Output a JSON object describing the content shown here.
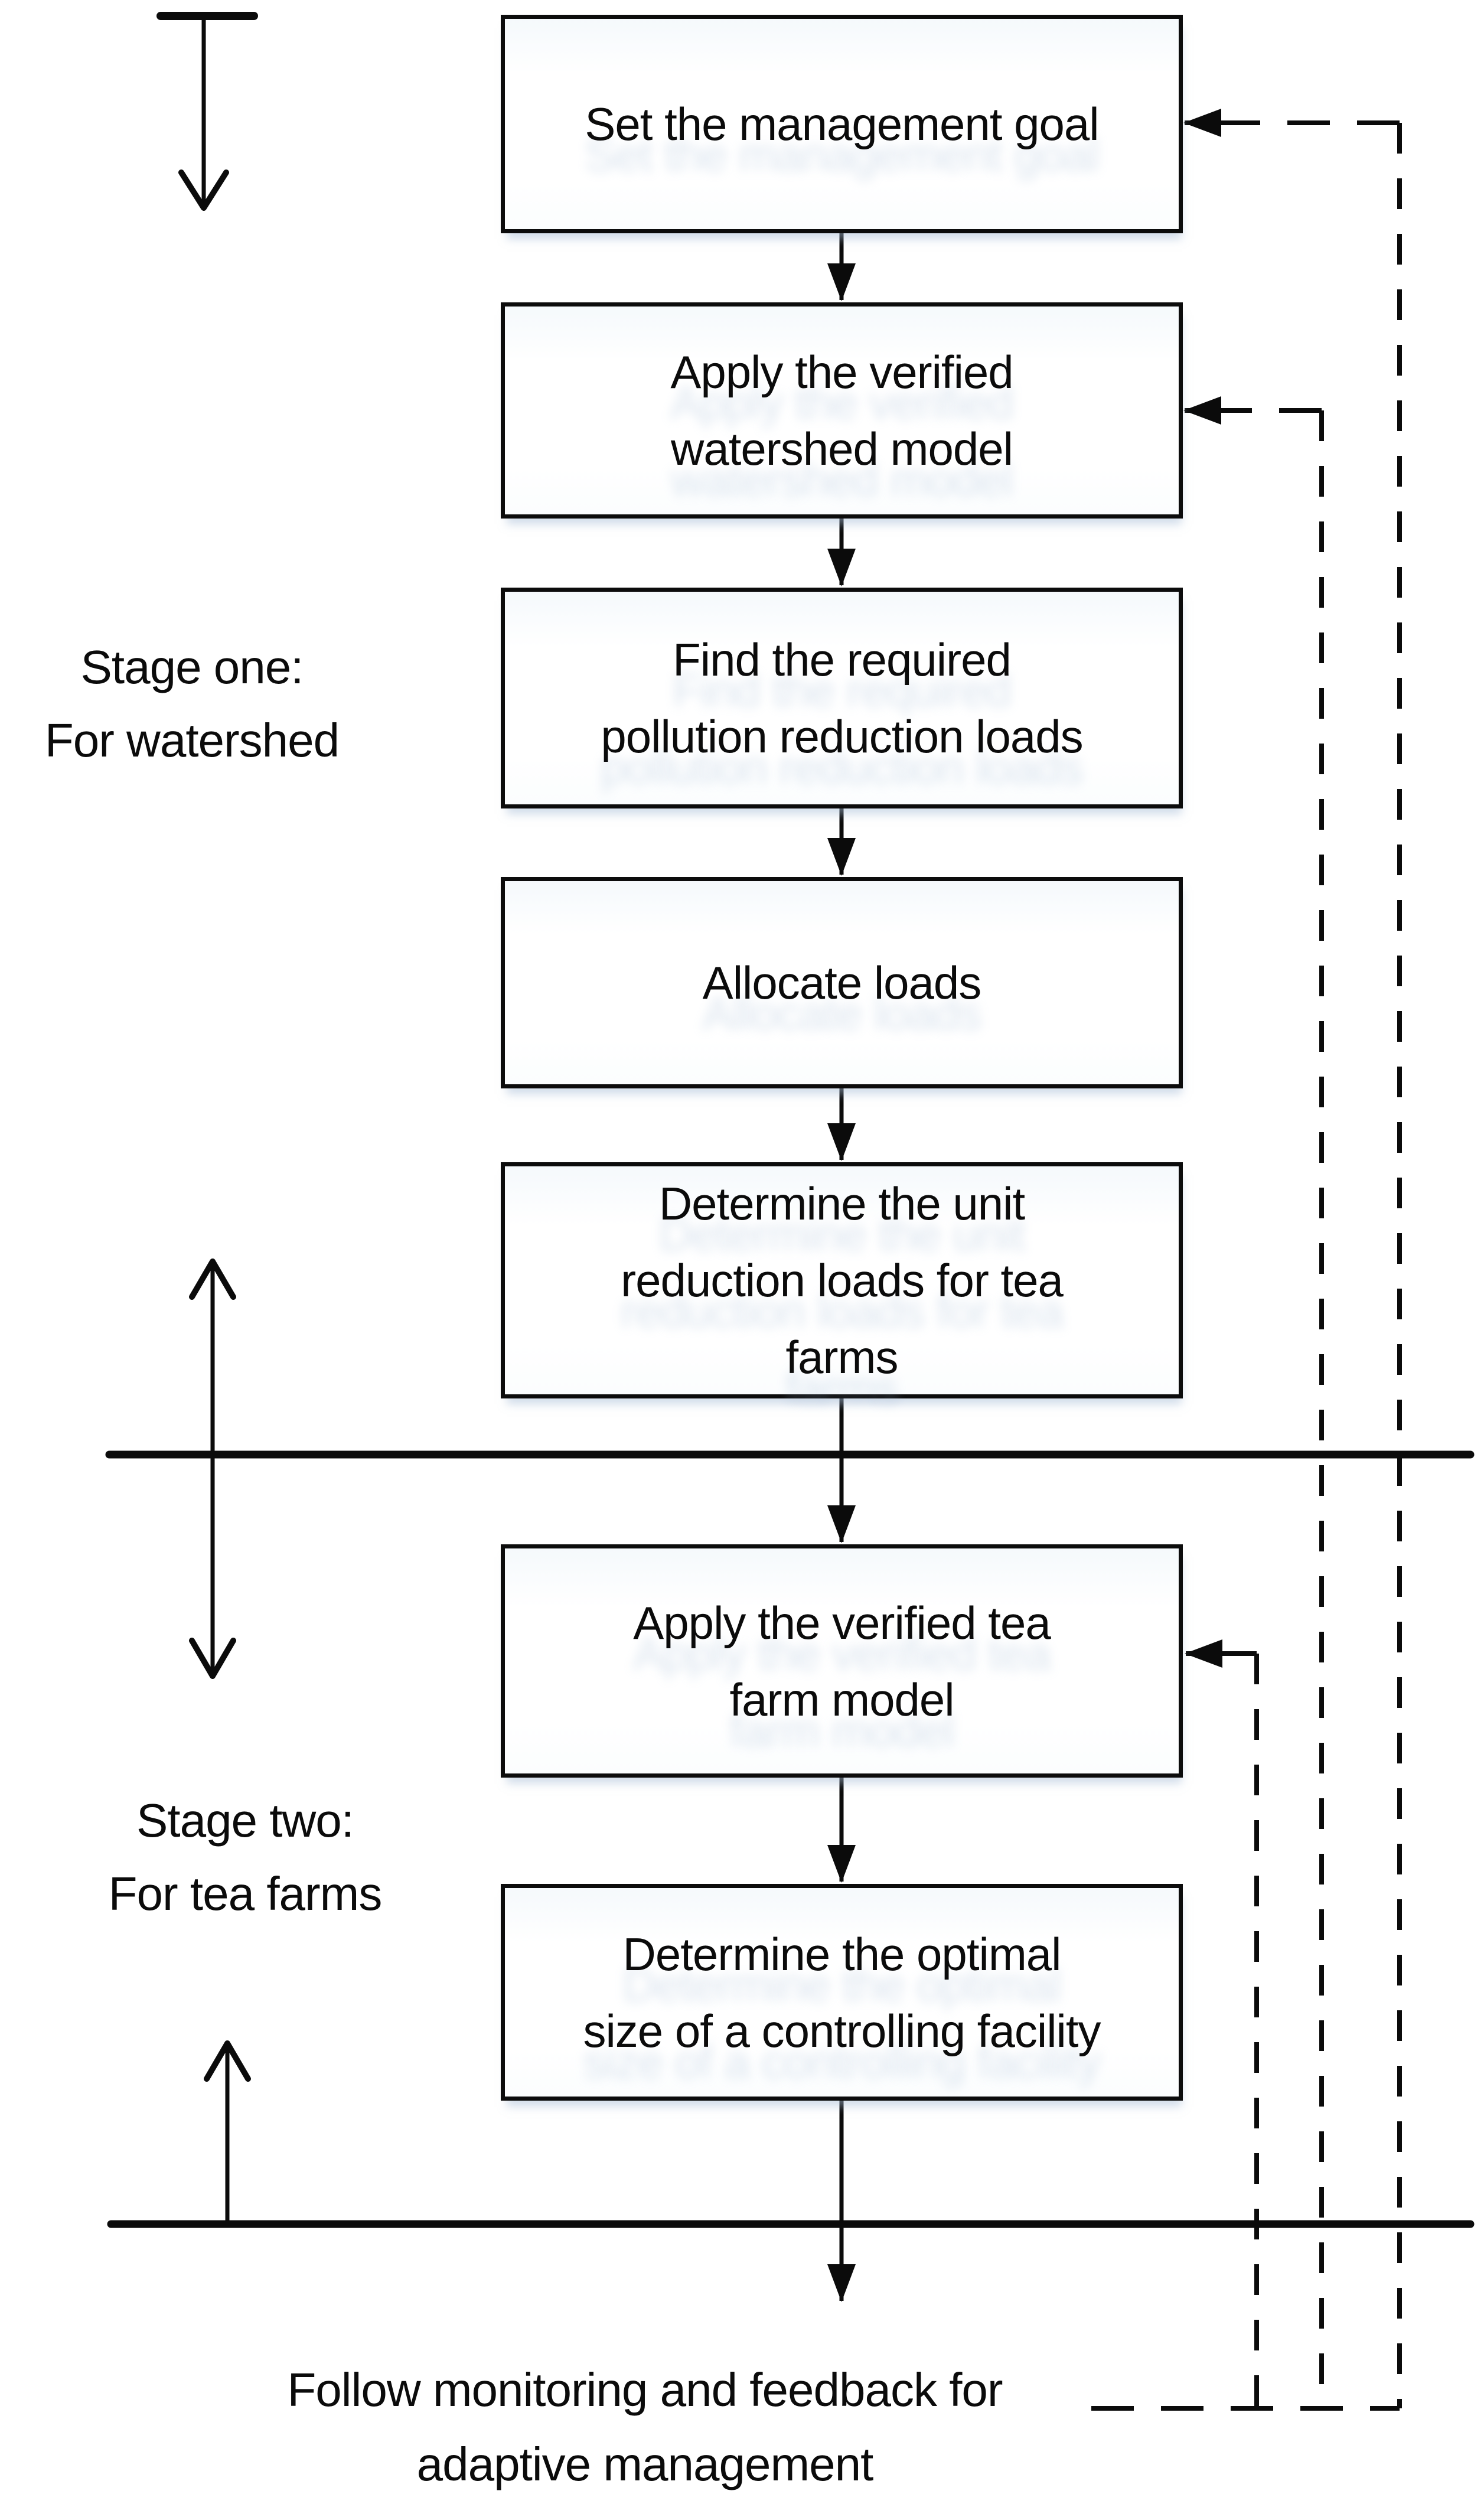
{
  "diagram": {
    "type": "flowchart",
    "boxes": [
      {
        "id": "set-goal",
        "label": "Set the management goal"
      },
      {
        "id": "watershed-model",
        "label": "Apply the verified\nwatershed model"
      },
      {
        "id": "find-loads",
        "label": "Find the required\npollution reduction loads"
      },
      {
        "id": "allocate-loads",
        "label": "Allocate loads"
      },
      {
        "id": "unit-loads",
        "label": "Determine the unit\nreduction loads for tea\nfarms"
      },
      {
        "id": "tea-farm-model",
        "label": "Apply the verified tea\nfarm model"
      },
      {
        "id": "facility-size",
        "label": "Determine the optimal\nsize of a controlling facility"
      }
    ],
    "stage_labels": [
      {
        "id": "stage-one",
        "label": "Stage one:\nFor watershed"
      },
      {
        "id": "stage-two",
        "label": "Stage two:\nFor tea farms"
      }
    ],
    "footer": "Follow monitoring and feedback for\nadaptive management",
    "colors": {
      "line": "#0b0b0b",
      "box_border": "#0c0c0c",
      "box_background": "#ffffff",
      "soft_shadow": "rgba(168,190,216,0.5)"
    }
  }
}
